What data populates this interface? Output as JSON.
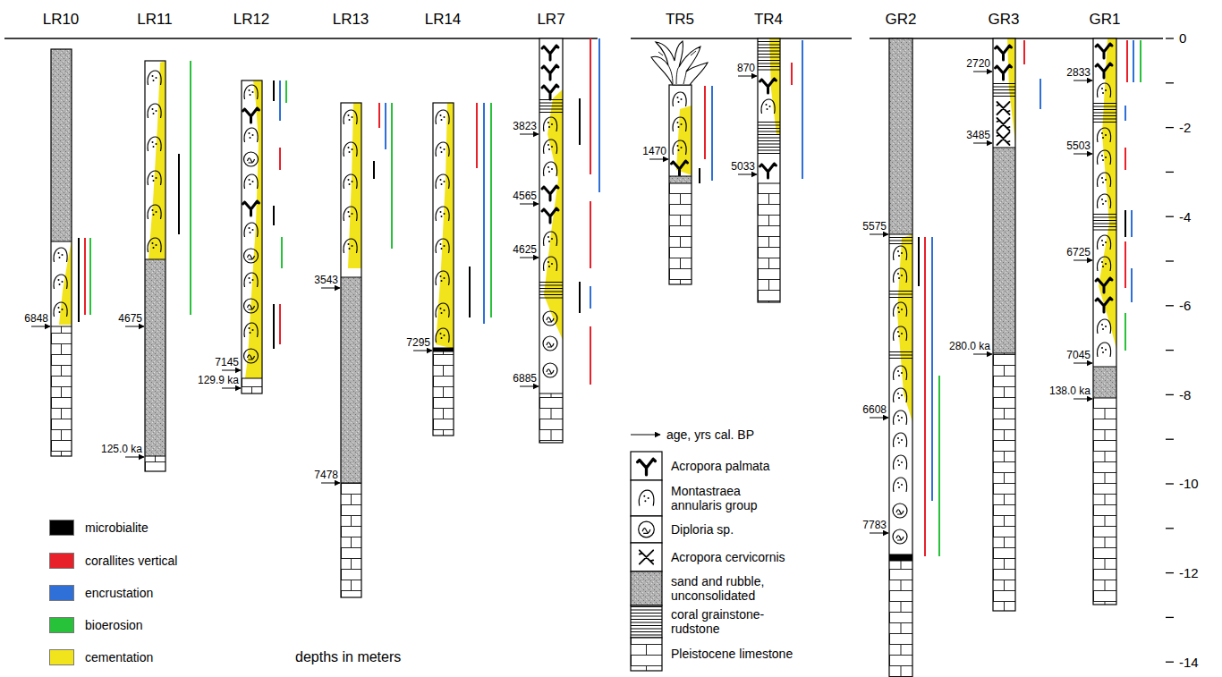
{
  "diagram": {
    "labels": [
      "LR10",
      "LR11",
      "LR12",
      "LR13",
      "LR14",
      "LR7",
      "TR5",
      "TR4",
      "GR2",
      "GR3",
      "GR1",
      "0",
      "-2",
      "-4",
      "-6",
      "-8",
      "-10",
      "-12",
      "-14",
      "6848",
      "4675",
      "125.0 ka",
      "7145",
      "129.9 ka",
      "3543",
      "7478",
      "7295",
      "3823",
      "4565",
      "4625",
      "6885",
      "1470",
      "870",
      "5033",
      "5575",
      "6608",
      "7783",
      "2720",
      "3485",
      "280.0 ka",
      "2833",
      "5503",
      "6725",
      "7045",
      "138.0 ka",
      "depths in meters"
    ],
    "legend": [
      {
        "text": "microbialite",
        "color": "#000000"
      },
      {
        "text": "corallites vertical",
        "color": "#e8202a"
      },
      {
        "text": "encrustation",
        "color": "#2f6fd8"
      },
      {
        "text": "bioerosion",
        "color": "#27c23a"
      },
      {
        "text": "cementation",
        "color": "#f2e41c"
      },
      {
        "text": "age, yrs cal. BP"
      },
      {
        "text": "Acropora palmata"
      },
      {
        "text": "Montastraea annularis group"
      },
      {
        "text": "Diploria sp."
      },
      {
        "text": "Acropora cervicornis"
      },
      {
        "text": "sand and rubble, unconsolidated"
      },
      {
        "text": "coral grainstone-rudstone"
      },
      {
        "text": "Pleistocene limestone"
      }
    ]
  }
}
